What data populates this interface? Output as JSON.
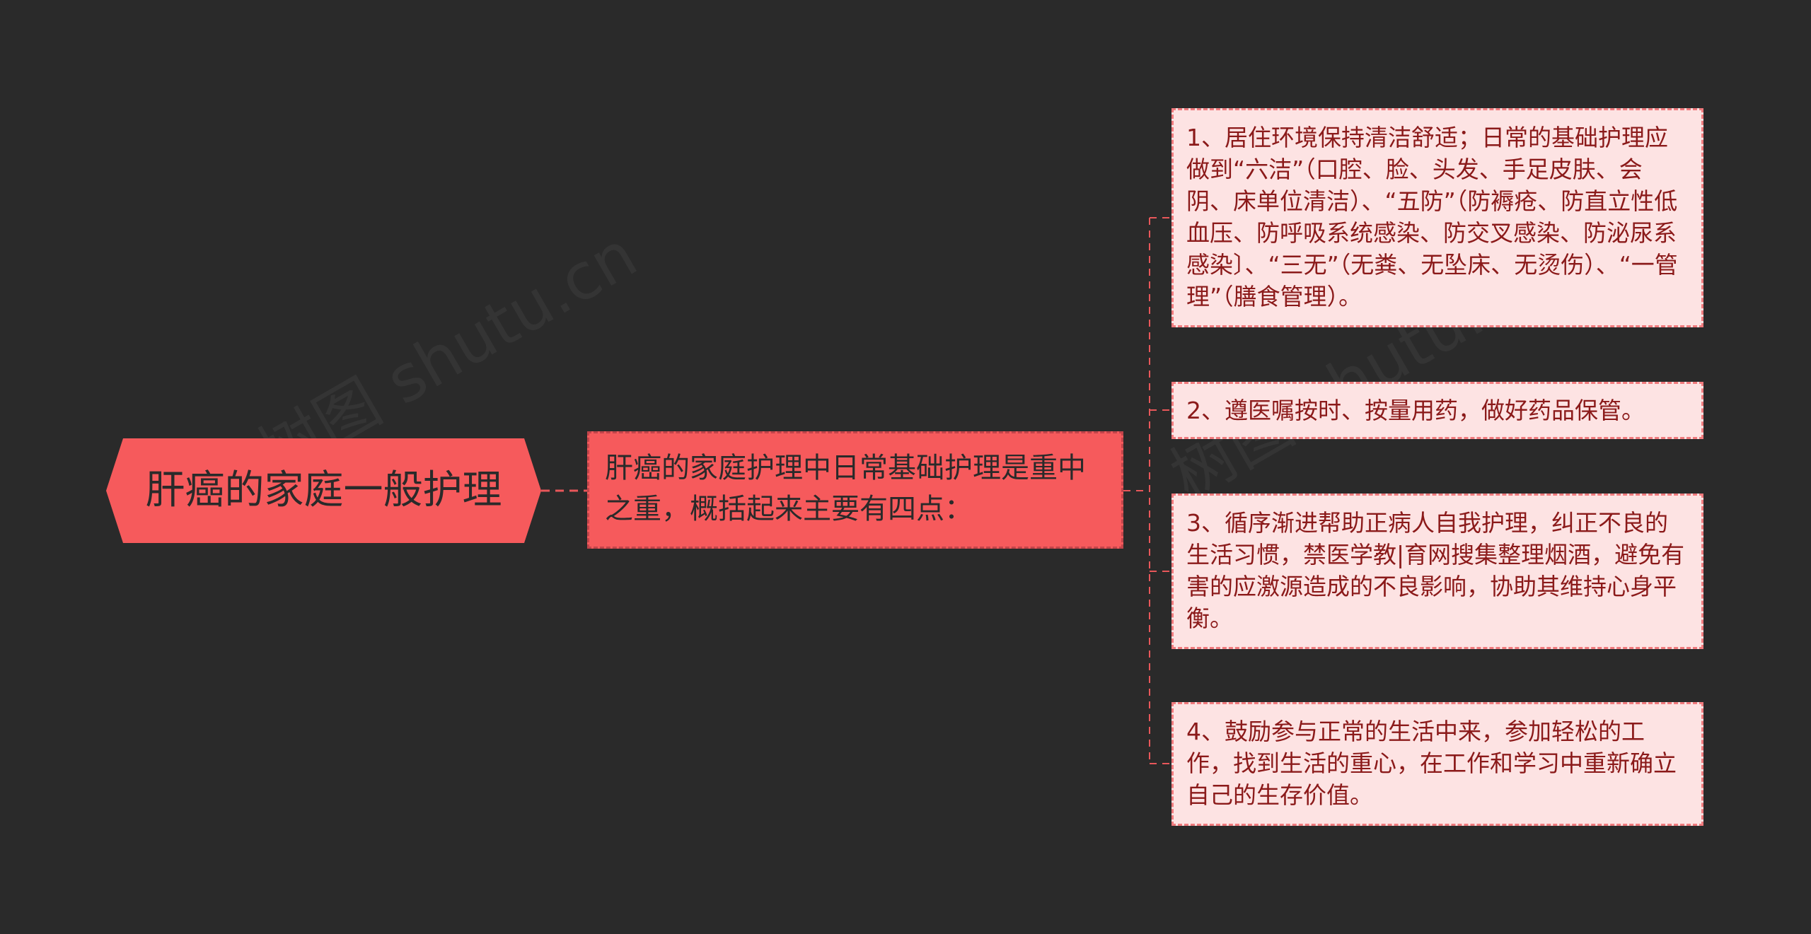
{
  "root": {
    "label": "肝癌的家庭一般护理"
  },
  "summary": {
    "label": "肝癌的家庭护理中日常基础护理是重中之重，概括起来主要有四点："
  },
  "items": [
    {
      "text": "1、居住环境保持清洁舒适；日常的基础护理应做到“六洁”（口腔、脸、头发、手足皮肤、会阴、床单位清洁）、“五防”（防褥疮、防直立性低血压、防呼吸系统感染、防交叉感染、防泌尿系感染〕、“三无”（无粪、无坠床、无烫伤）、“一管理”（膳食管理）。"
    },
    {
      "text": "2、遵医嘱按时、按量用药，做好药品保管。"
    },
    {
      "text": "3、循序渐进帮助正病人自我护理，纠正不良的生活习惯，禁医学教|育网搜集整理烟酒，避免有害的应激源造成的不良影响，协助其维持心身平衡。"
    },
    {
      "text": "4、鼓励参与正常的生活中来，参加轻松的工作，找到生活的重心，在工作和学习中重新确立自己的生存价值。"
    }
  ],
  "watermarks": [
    "树图 shutu.cn",
    "树图 shutu.cn"
  ],
  "colors": {
    "background": "#2a2a2a",
    "root_fill": "#f65a5c",
    "leaf_fill": "#fde3e3",
    "leaf_text": "#8b1a1a",
    "connector": "#e8575a"
  }
}
